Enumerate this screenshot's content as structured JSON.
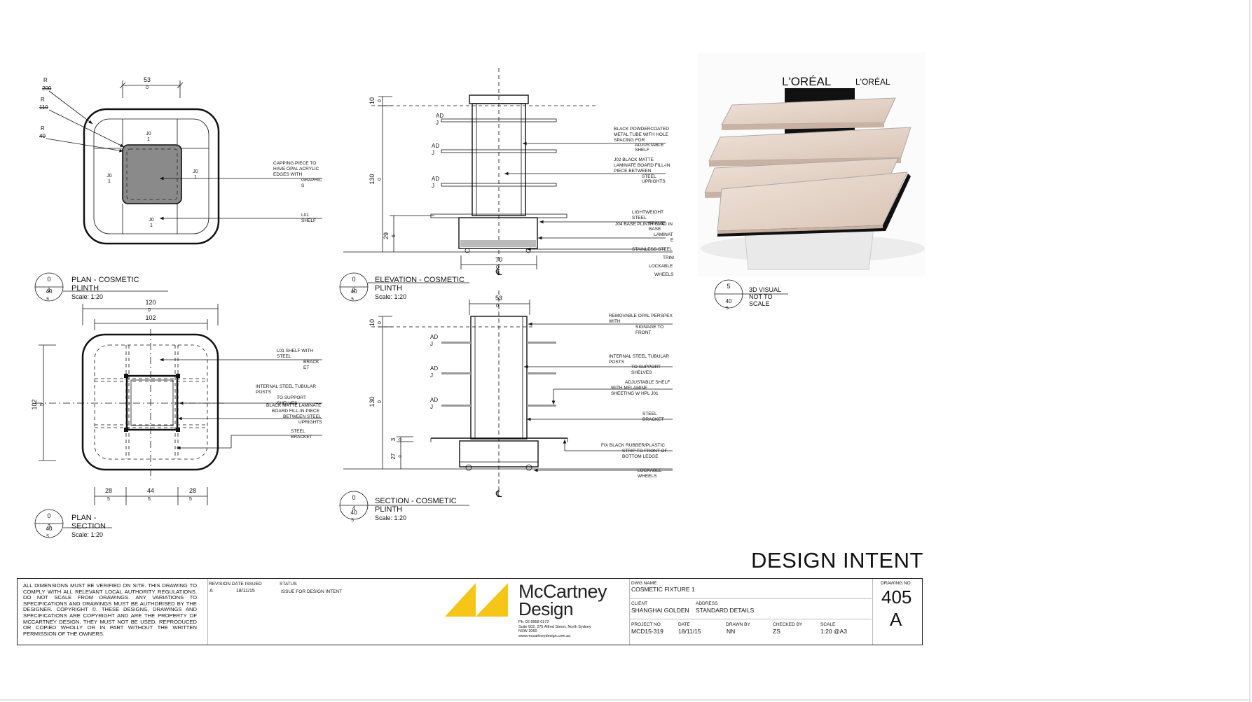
{
  "plan": {
    "top_dim": "53",
    "top_dim_sub": "0",
    "radii": [
      {
        "label": "R",
        "value": "200"
      },
      {
        "label": "R",
        "value": "110"
      },
      {
        "label": "R",
        "value": "40"
      }
    ],
    "center_labels": [
      {
        "a": "J0",
        "b": "1"
      },
      {
        "a": "J0",
        "b": "1"
      },
      {
        "a": "J0",
        "b": "1"
      },
      {
        "a": "J0",
        "b": "1"
      }
    ],
    "callout_capping": [
      "CAPPING PIECE TO",
      "HAVE OPAL ACRYLIC",
      "EDGES WITH"
    ],
    "callout_graphic": [
      "GRAPHIC",
      "S"
    ],
    "callout_l01": [
      "L01",
      "SHELF"
    ],
    "marker": {
      "top": "0",
      "mid": "1",
      "bot": "40",
      "sub": "5"
    },
    "title": [
      "PLAN - COSMETIC",
      "PLINTH"
    ],
    "scale": "Scale: 1:20"
  },
  "plan_section": {
    "dim_outer": "120",
    "dim_outer_sub": "0",
    "dim_inner": "102",
    "dim_left": "102",
    "dim_left_sub": "5",
    "bottom_dims": [
      {
        "v": "28",
        "s": "5"
      },
      {
        "v": "44",
        "s": "5"
      },
      {
        "v": "28",
        "s": "5"
      }
    ],
    "callouts": [
      [
        "L01 SHELF WITH",
        "STEEL",
        "BRACK",
        "ET"
      ],
      [
        "INTERNAL STEEL TUBULAR",
        "POSTS",
        "TO SUPPORT",
        "SHELVES"
      ],
      [
        "BLACK MATTE LAMINATE",
        "BOARD FILL-IN PIECE",
        "BETWEEN STEEL",
        "UPRIGHTS"
      ],
      [
        "STEEL",
        "BRACKET"
      ]
    ],
    "marker": {
      "top": "0",
      "mid": "3",
      "bot": "40",
      "sub": "5"
    },
    "title": [
      "PLAN -",
      "SECTION"
    ],
    "scale": "Scale: 1:20"
  },
  "elevation": {
    "dims": [
      {
        "v": "10",
        "s": "0"
      },
      {
        "v": "130",
        "s": "0"
      },
      {
        "v": "29",
        "s": "5"
      }
    ],
    "bottom_dim": "70",
    "bottom_dim_sub": "0",
    "shelf_labels": [
      {
        "a": "AD",
        "b": "J"
      },
      {
        "a": "AD",
        "b": "J"
      },
      {
        "a": "AD",
        "b": "J"
      }
    ],
    "callouts": [
      [
        "BLACK POWDERCOATED",
        "METAL TUBE WITH HOLE",
        "SPACING FOR",
        "ADJUSTABLE",
        "SHELF"
      ],
      [
        "J02 BLACK MATTE",
        "LAMINATE BOARD FILL-IN",
        "PIECE BETWEEN",
        "STEEL",
        "UPRIGHTS"
      ],
      [
        "LIGHTWEIGHT",
        "STEEL",
        "FRAME",
        "J04 BASE PLINTH CLAD IN",
        "BASE",
        "LAMINAT",
        "E"
      ],
      [
        "STAINLESS STEEL",
        "TRIM",
        "LOCKABLE",
        "WHEELS"
      ]
    ],
    "marker": {
      "top": "0",
      "mid": "2",
      "bot": "40",
      "sub": "5"
    },
    "title": [
      "ELEVATION - COSMETIC",
      "PLINTH"
    ],
    "scale": "Scale: 1:20",
    "centerline": "℄"
  },
  "section": {
    "top_dim": "53",
    "top_dim_sub": "0",
    "dims": [
      {
        "v": "10",
        "s": "0"
      },
      {
        "v": "130",
        "s": "0"
      },
      {
        "v": "3",
        "s": "0"
      },
      {
        "v": "27",
        "s": "0"
      }
    ],
    "shelf_labels": [
      {
        "a": "AD",
        "b": "J"
      },
      {
        "a": "AD",
        "b": "J"
      },
      {
        "a": "AD",
        "b": "J"
      }
    ],
    "callouts": [
      [
        "REMOVABLE OPAL PERSPEX",
        "WITH",
        "SIGNAGE TO",
        "FRONT"
      ],
      [
        "INTERNAL STEEL TUBULAR",
        "POSTS",
        "TO SUPPORT",
        "SHELVES"
      ],
      [
        "ADJUSTABLE SHELF",
        "WITH MELAMINE",
        "SHEETING W HPL J01"
      ],
      [
        "STEEL",
        "BRACKET"
      ],
      [
        "FIX BLACK RUBBER/PLASTIC",
        "STRIP TO FRONT OF",
        "BOTTOM LEDGE"
      ],
      [
        "LOCKABLE",
        "WHEELS"
      ]
    ],
    "marker": {
      "top": "0",
      "mid": "4",
      "bot": "40",
      "sub": "5"
    },
    "title": [
      "SECTION - COSMETIC",
      "PLINTH"
    ],
    "scale": "Scale: 1:20",
    "centerline": "℄"
  },
  "visual": {
    "brand": "L'ORÉAL",
    "brand_side": "L'ORÉAL",
    "marker": {
      "top": "5",
      "bot": "40",
      "sub": "5"
    },
    "title": [
      "3D VISUAL",
      "NOT TO",
      "SCALE"
    ]
  },
  "design_intent": "DESIGN INTENT",
  "title_block": {
    "disclaimer": "ALL DIMENSIONS MUST BE VERIFIED ON SITE. THIS DRAWING TO COMPLY WITH ALL RELEVANT LOCAL AUTHORITY REGULATIONS. DO NOT SCALE FROM DRAWINGS. ANY VARIATIONS TO SPECIFICATIONS AND DRAWINGS MUST BE AUTHORISED BY THE DESIGNER. COPYRIGHT ©. THESE DESIGNS, DRAWINGS AND SPECIFICATIONS ARE COPYRIGHT AND ARE THE PROPERTY OF McCARTNEY DESIGN. THEY MUST NOT BE USED, REPRODUCED OR COPIED WHOLLY OR IN PART WITHOUT THE WRITTEN PERMISSION OF THE OWNERS.",
    "rev_header": "REVISION DATE ISSUED",
    "status_header": "STATUS",
    "rev": "A",
    "rev_date": "18/11/15",
    "status": "ISSUE FOR DESIGN INTENT",
    "logo_line1": "McCartney",
    "logo_line2": "Design",
    "contact": [
      "Ph: 02 8958 0172",
      "Suite 502, 275 Alfred Street, North Sydney",
      "NSW 2060",
      "www.mccartneydesign.com.au"
    ],
    "dwg_name_label": "DWG NAME",
    "dwg_name": "COSMETIC FIXTURE 1",
    "client_label": "CLIENT",
    "client": "SHANGHAI GOLDEN",
    "address_label": "ADDRESS",
    "address": "STANDARD DETAILS",
    "project_label": "PROJECT NO.",
    "project": "MCD15-319",
    "date_label": "DATE",
    "date": "18/11/15",
    "drawn_label": "DRAWN BY",
    "drawn": "NN",
    "checked_label": "CHECKED BY",
    "checked": "ZS",
    "scale_label": "SCALE",
    "scale": "1:20 @A3",
    "drawing_no_label": "DRAWING NO.",
    "drawing_no": "405",
    "revision": "A"
  },
  "colors": {
    "logo_yellow": "#F5C518",
    "plan_fill": "#8a8a8a",
    "wood": "#e8d8cc",
    "black": "#111111"
  }
}
